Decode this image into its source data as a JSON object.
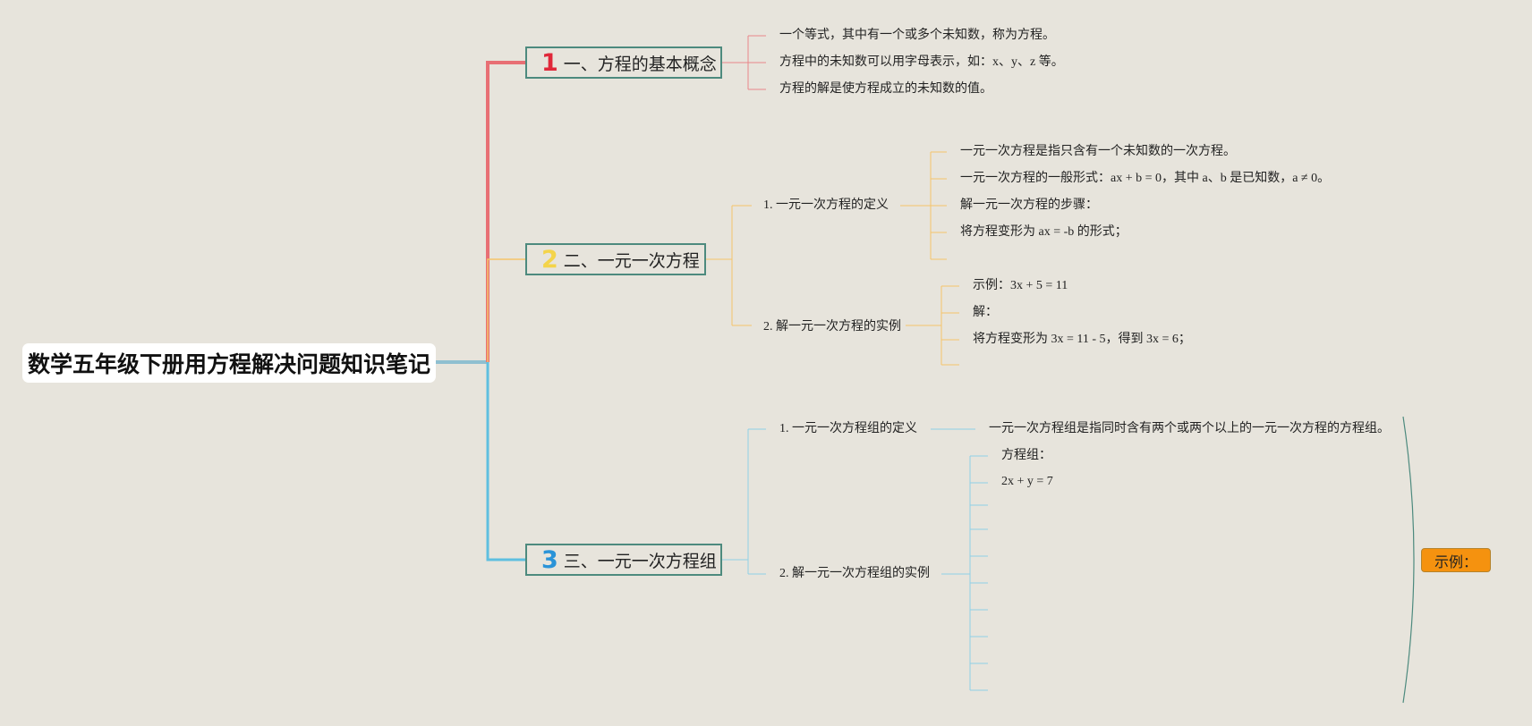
{
  "title": "数学五年级下册用方程解决问题知识笔记",
  "colors": {
    "background": "#e7e4dc",
    "branch1": "#e86f74",
    "branch2": "#f6c46a",
    "branch3": "#5fbfe0",
    "topic_border": "#4d8a7e",
    "num1": "#e0283a",
    "num2": "#f4d44a",
    "num3": "#2a93d8",
    "tag_fill": "#f5920f"
  },
  "branches": [
    {
      "num": "1",
      "label": "一、方程的基本概念",
      "leaves": [
        "一个等式，其中有一个或多个未知数，称为方程。",
        "方程中的未知数可以用字母表示，如：x、y、z 等。",
        "方程的解是使方程成立的未知数的值。"
      ]
    },
    {
      "num": "2",
      "label": "二、一元一次方程",
      "subs": [
        {
          "label": "1. 一元一次方程的定义",
          "leaves": [
            "一元一次方程是指只含有一个未知数的一次方程。",
            "一元一次方程的一般形式：ax + b = 0，其中 a、b 是已知数，a ≠ 0。",
            "解一元一次方程的步骤：",
            "将方程变形为 ax = -b 的形式；"
          ]
        },
        {
          "label": "2. 解一元一次方程的实例",
          "leaves": [
            "示例：3x + 5 = 11",
            "解：",
            "将方程变形为 3x = 11 - 5，得到 3x = 6；"
          ]
        }
      ]
    },
    {
      "num": "3",
      "label": "三、一元一次方程组",
      "subs": [
        {
          "label": "1. 一元一次方程组的定义",
          "leaves": [
            "一元一次方程组是指同时含有两个或两个以上的一元一次方程的方程组。"
          ]
        },
        {
          "label": "2. 解一元一次方程组的实例",
          "leaves": [
            "方程组：",
            "2x + y = 7"
          ]
        }
      ]
    }
  ],
  "example_tag": "示例："
}
